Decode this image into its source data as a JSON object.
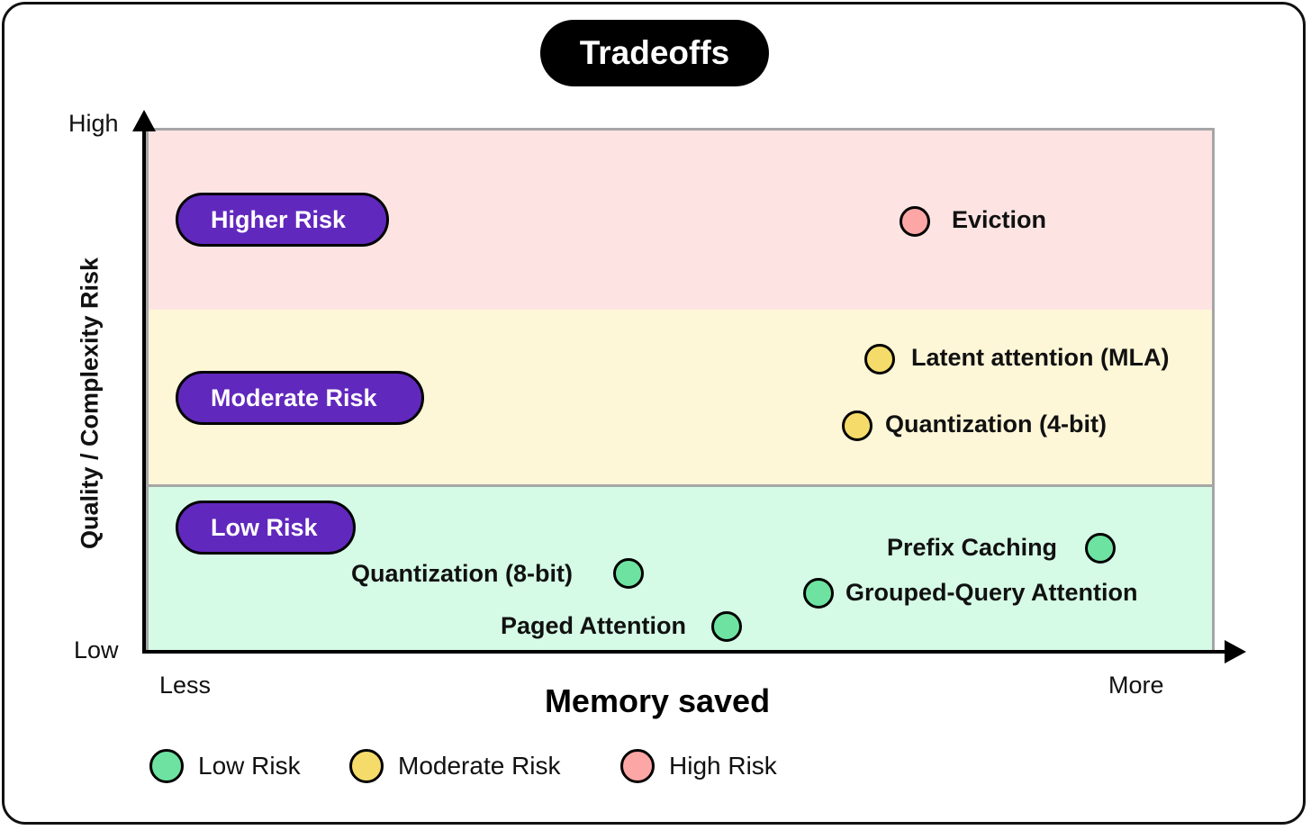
{
  "title": "Tradeoffs",
  "axes": {
    "y_label": "Quality / Complexity Risk",
    "y_high": "High",
    "y_low": "Low",
    "x_label": "Memory saved",
    "x_less": "Less",
    "x_more": "More"
  },
  "bands": [
    {
      "label": "Higher Risk",
      "color": "#fde4e2"
    },
    {
      "label": "Moderate Risk",
      "color": "#fdf6d7"
    },
    {
      "label": "Low Risk",
      "color": "#d5fbe6"
    }
  ],
  "points": [
    {
      "label": "Eviction",
      "risk": "high",
      "color": "#fca6a6"
    },
    {
      "label": "Latent attention (MLA)",
      "risk": "moderate",
      "color": "#f5dc6a"
    },
    {
      "label": "Quantization (4-bit)",
      "risk": "moderate",
      "color": "#f5dc6a"
    },
    {
      "label": "Prefix Caching",
      "risk": "low",
      "color": "#6ee3a1"
    },
    {
      "label": "Quantization (8-bit)",
      "risk": "low",
      "color": "#6ee3a1"
    },
    {
      "label": "Grouped-Query Attention",
      "risk": "low",
      "color": "#6ee3a1"
    },
    {
      "label": "Paged Attention",
      "risk": "low",
      "color": "#6ee3a1"
    }
  ],
  "legend": [
    {
      "label": "Low Risk",
      "color": "#6ee3a1"
    },
    {
      "label": "Moderate Risk",
      "color": "#f5dc6a"
    },
    {
      "label": "High Risk",
      "color": "#fca6a6"
    }
  ],
  "colors": {
    "pill": "#6128bd",
    "title_bg": "#000000"
  }
}
